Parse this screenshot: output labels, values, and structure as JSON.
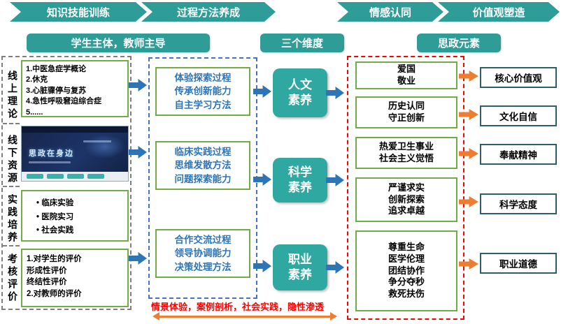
{
  "top_banners": [
    {
      "label": "知识技能训练"
    },
    {
      "label": "过程方法养成"
    },
    {
      "label": "情感认同"
    },
    {
      "label": "价值观塑造"
    }
  ],
  "section_pills": {
    "left": "学生主体，教师主导",
    "center": "三个维度",
    "right": "思政元素"
  },
  "left_panel": {
    "categories": [
      "线上理论",
      "线下资源",
      "实践培养",
      "考核评价"
    ],
    "theory_lines": [
      "1.中医急症学概论",
      "2.休克",
      "3.心脏骤停与复苏",
      "4.急性呼吸窘迫综合症",
      "5......"
    ],
    "resource_caption": "思政在身边",
    "practice_items": [
      "临床实验",
      "医院实习",
      "社会实践"
    ],
    "evaluation_lines": [
      "1.对学生的评价",
      "形成性评价",
      "终结性评价",
      "2.对教师的评价"
    ]
  },
  "process_boxes": [
    {
      "lines": [
        "体验探索过程",
        "传承创新能力",
        "自主学习方法"
      ]
    },
    {
      "lines": [
        "临床实践过程",
        "思维发散方法",
        "问题探索能力"
      ]
    },
    {
      "lines": [
        "合作交流过程",
        "领导协调能力",
        "决策处理方法"
      ]
    }
  ],
  "dimension_boxes": [
    {
      "lines": [
        "人文",
        "素养"
      ]
    },
    {
      "lines": [
        "科学",
        "素养"
      ]
    },
    {
      "lines": [
        "职业",
        "素养"
      ]
    }
  ],
  "element_boxes": [
    {
      "lines": [
        "爱国",
        "敬业"
      ]
    },
    {
      "lines": [
        "历史认同",
        "守正创新"
      ]
    },
    {
      "lines": [
        "热爱卫生事业",
        "社会主义觉悟"
      ]
    },
    {
      "lines": [
        "严谨求实",
        "创新探索",
        "追求卓越"
      ]
    },
    {
      "lines": [
        "尊重生命",
        "医学伦理",
        "团结协作",
        "争分夺秒",
        "救死扶伤"
      ]
    }
  ],
  "value_boxes": [
    {
      "label": "核心价值观"
    },
    {
      "label": "文化自信"
    },
    {
      "label": "奉献精神"
    },
    {
      "label": "科学态度"
    },
    {
      "label": "职业道德"
    }
  ],
  "bottom_note": "情景体验，案例剖析，社会实践，隐性渗透",
  "colors": {
    "teal_banner": "#2E9D98",
    "teal_dimension": "#2FA8A2",
    "green_border": "#70AD47",
    "blue_text": "#2E75B6",
    "blue_arrow": "#2E75B6",
    "orange": "#ED7D31",
    "red_dash": "#FF0000",
    "blue_dash": "#4472C4",
    "gray_dash": "#7F7F7F",
    "value_border": "#2E5E6B"
  }
}
